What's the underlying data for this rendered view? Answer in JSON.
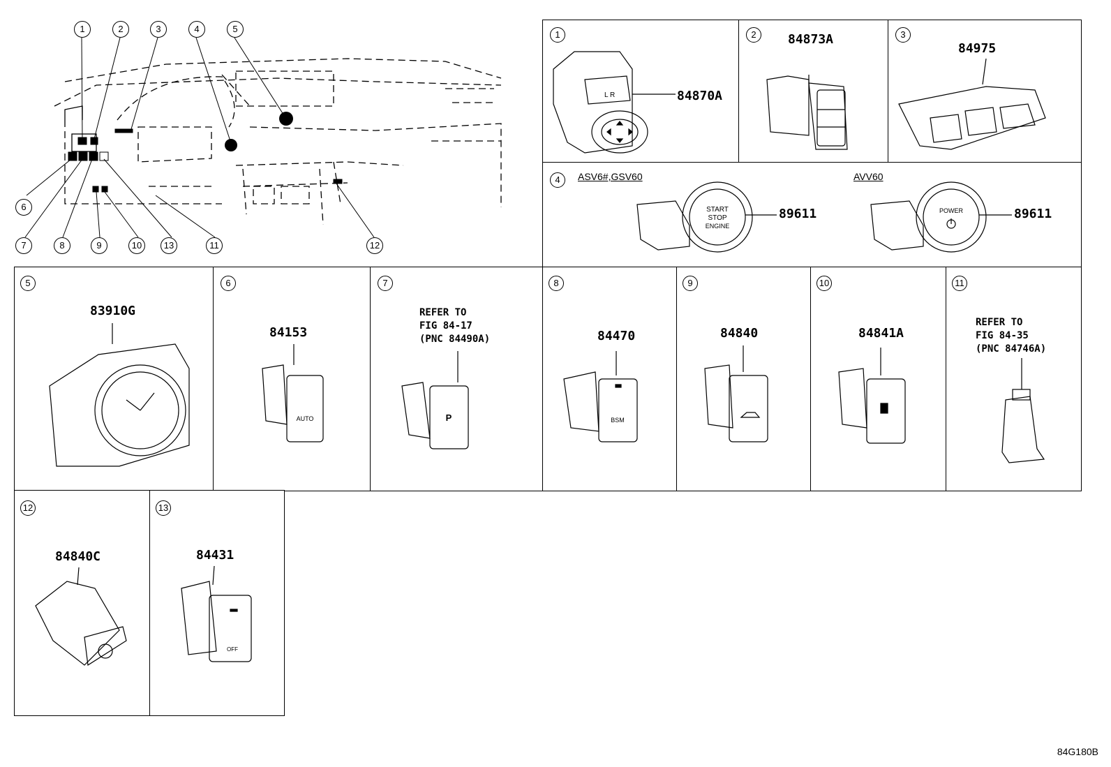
{
  "overview": {
    "callouts": [
      "1",
      "2",
      "3",
      "4",
      "5",
      "6",
      "7",
      "8",
      "9",
      "10",
      "13",
      "11",
      "12"
    ]
  },
  "panels": {
    "p1": {
      "num": "1",
      "part": "84870A"
    },
    "p2": {
      "num": "2",
      "part": "84873A"
    },
    "p3": {
      "num": "3",
      "part": "84975"
    },
    "p4": {
      "num": "4",
      "variant_a": "ASV6#,GSV60",
      "part_a": "89611",
      "variant_b": "AVV60",
      "part_b": "89611",
      "start_lines": [
        "START",
        "STOP",
        "ENGINE"
      ],
      "power_text": "POWER"
    },
    "p5": {
      "num": "5",
      "part": "83910G"
    },
    "p6": {
      "num": "6",
      "part": "84153",
      "icon_text": "AUTO"
    },
    "p7": {
      "num": "7",
      "ref_lines": [
        "REFER TO",
        "FIG 84-17",
        "(PNC 84490A)"
      ],
      "icon_text": "P"
    },
    "p8": {
      "num": "8",
      "part": "84470",
      "icon_text": "BSM"
    },
    "p9": {
      "num": "9",
      "part": "84840"
    },
    "p10": {
      "num": "10",
      "part": "84841A"
    },
    "p11": {
      "num": "11",
      "ref_lines": [
        "REFER TO",
        "FIG 84-35",
        "(PNC 84746A)"
      ]
    },
    "p12": {
      "num": "12",
      "part": "84840C"
    },
    "p13": {
      "num": "13",
      "part": "84431",
      "icon_text": "OFF"
    }
  },
  "footer": "84G180B"
}
